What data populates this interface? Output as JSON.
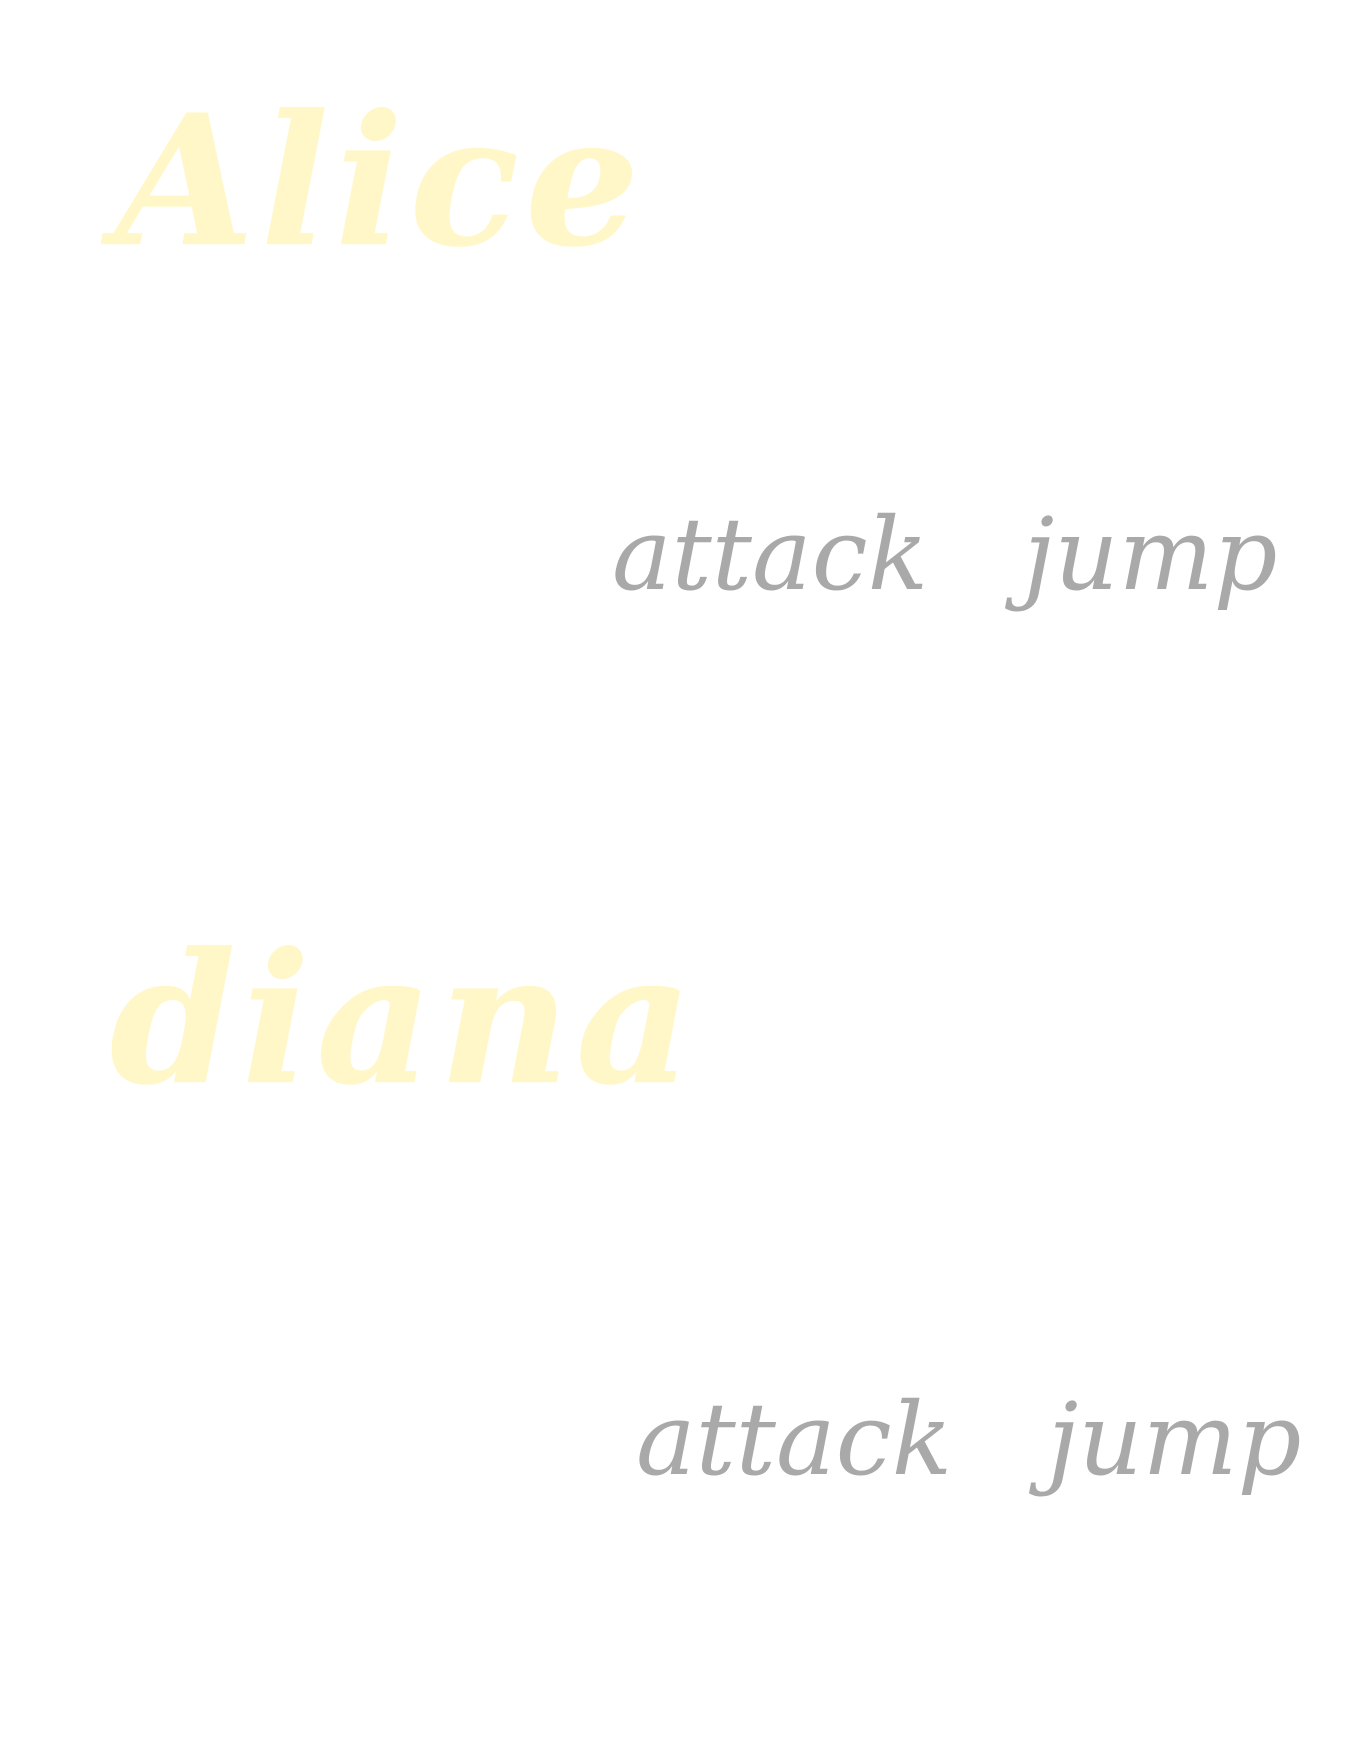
{
  "players": [
    {
      "name": "Alice",
      "actions": {
        "attack": "attack",
        "jump": "jump"
      }
    },
    {
      "name": "diana",
      "actions": {
        "attack": "attack",
        "jump": "jump"
      }
    }
  ],
  "colors": {
    "name": "#fff7c7",
    "action": "#a9a9a9",
    "background": "#ffffff"
  }
}
